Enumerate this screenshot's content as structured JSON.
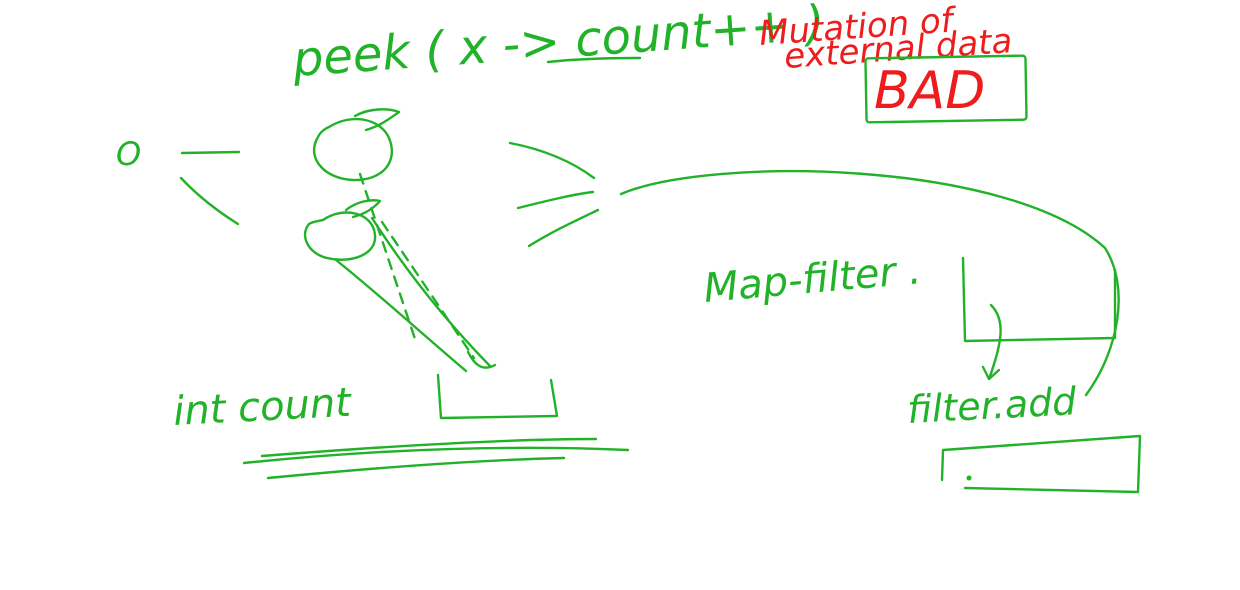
{
  "notes": {
    "peek": "peek ( x -> count++ )",
    "mutation": "Mutation of",
    "external_data": "external data",
    "bad": "BAD",
    "circle_label": "O",
    "map_filter": "Map-filter .",
    "int_count": "int count",
    "filter_add": "filter.add"
  },
  "colors": {
    "green_ink": "#22b229",
    "red_ink": "#ee1c1c",
    "background": "#ffffff"
  }
}
